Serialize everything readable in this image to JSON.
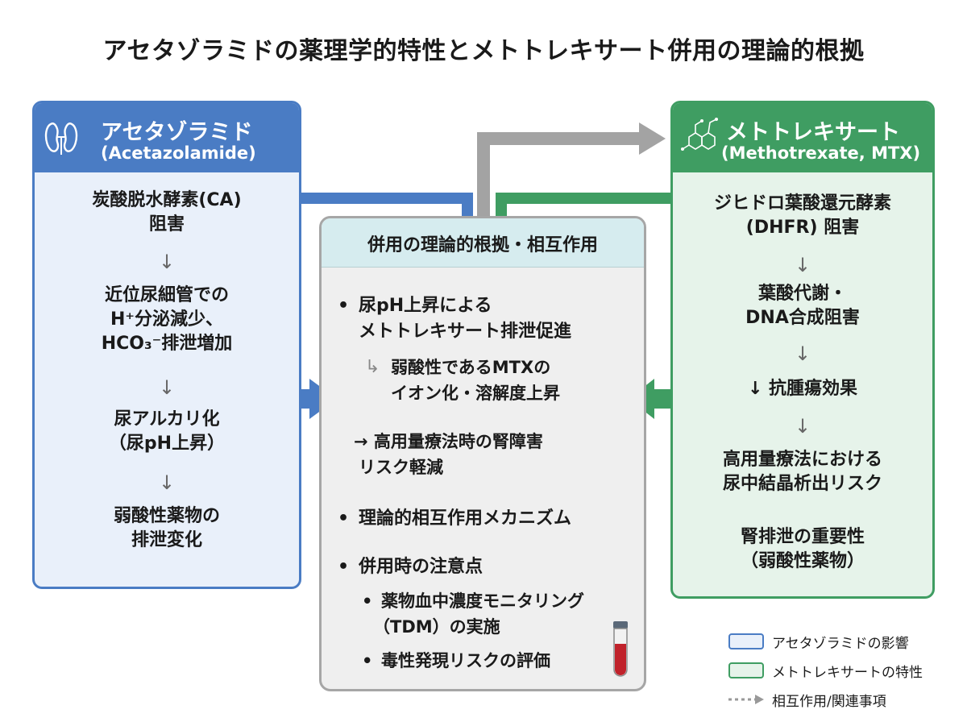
{
  "title": "アセタゾラミドの薬理学的特性とメトトレキサート併用の理論的根拠",
  "left_panel": {
    "name": "アセタゾラミド",
    "name_en": "(Acetazolamide)",
    "icon": "kidney-icon",
    "color": "#4a7cc4",
    "steps": [
      [
        "炭酸脱水酵素(CA)",
        "阻害"
      ],
      [
        "近位尿細管での",
        "H⁺分泌減少、",
        "HCO₃⁻排泄増加"
      ],
      [
        "尿アルカリ化",
        "（尿pH上昇）"
      ],
      [
        "弱酸性薬物の",
        "排泄変化"
      ]
    ],
    "arrow": "↓"
  },
  "right_panel": {
    "name": "メトトレキサート",
    "name_en": "(Methotrexate, MTX)",
    "icon": "molecule-icon",
    "color": "#3f9d62",
    "steps": [
      [
        "ジヒドロ葉酸還元酵素",
        "(DHFR) 阻害"
      ],
      [
        "葉酸代謝・",
        "DNA合成阻害"
      ],
      [
        "↓ 抗腫瘍効果"
      ],
      [
        "高用量療法における",
        "尿中結晶析出リスク"
      ],
      [
        "腎排泄の重要性",
        "（弱酸性薬物）"
      ]
    ],
    "arrow": "↓"
  },
  "middle_panel": {
    "header": "併用の理論的根拠・相互作用",
    "bullet": "•",
    "point1": [
      "尿pH上昇による",
      "メトトレキサート排泄促進"
    ],
    "point1_sub_marker": "↳",
    "point1_sub": [
      "弱酸性であるMTXの",
      "イオン化・溶解度上昇"
    ],
    "point1_result": [
      "→ 高用量療法時の腎障害",
      "リスク軽減"
    ],
    "point2": "理論的相互作用メカニズム",
    "point3": "併用時の注意点",
    "point3_items": [
      [
        "薬物血中濃度モニタリング",
        "（TDM）の実施"
      ],
      [
        "毒性発現リスクの評価"
      ]
    ],
    "icon": "blood-tube-icon"
  },
  "legend": [
    {
      "label": "アセタゾラミドの影響",
      "color": "#4a7cc4"
    },
    {
      "label": "メトトレキサートの特性",
      "color": "#3f9d62"
    },
    {
      "label": "相互作用/関連事項",
      "color": "#999999"
    }
  ]
}
